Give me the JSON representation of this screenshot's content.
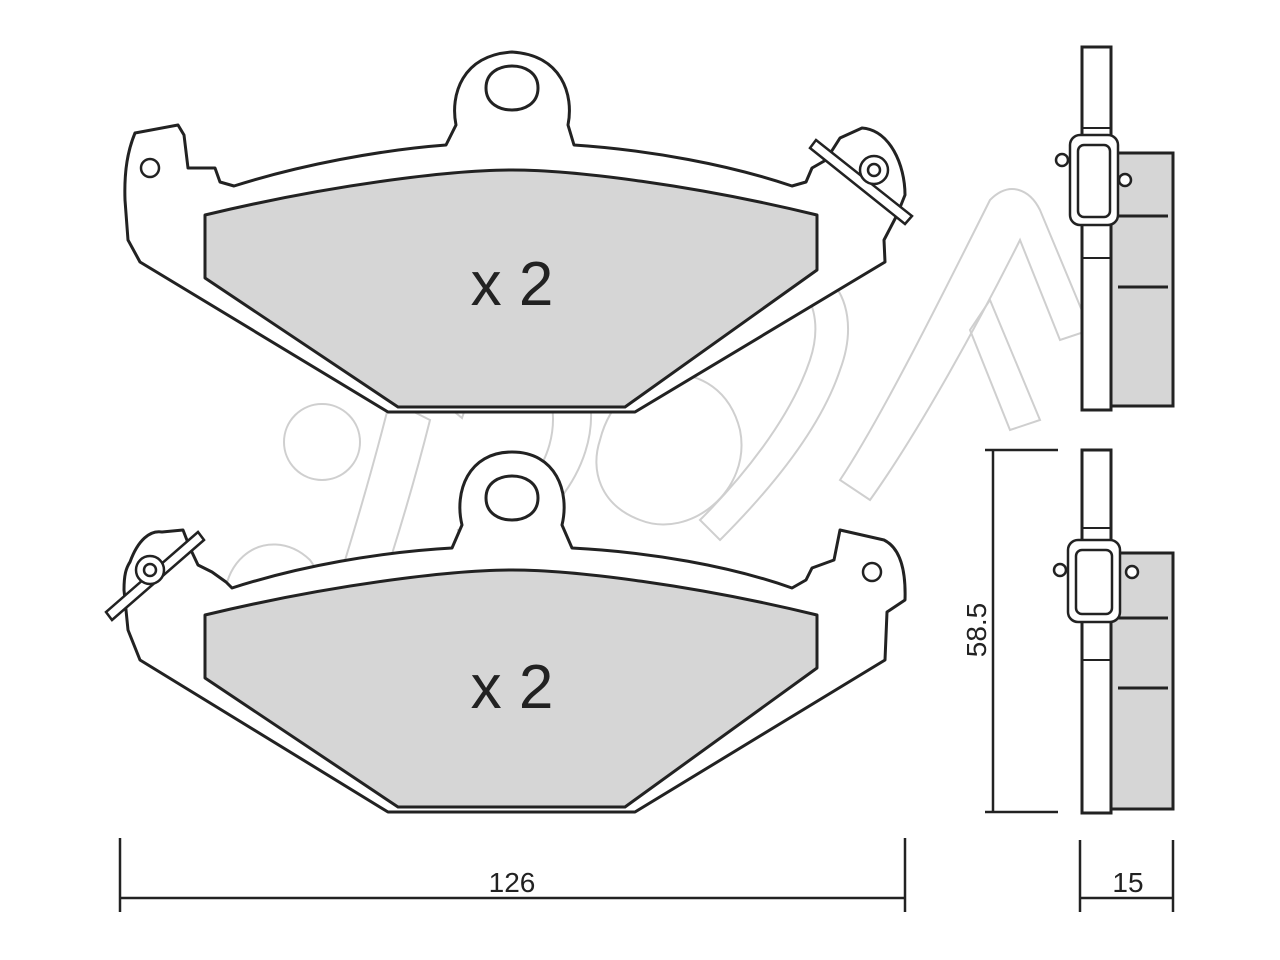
{
  "quantity_labels": {
    "top_pad": "x 2",
    "bottom_pad": "x 2"
  },
  "dimensions": {
    "width_label": "126",
    "height_label": "58.5",
    "thickness_label": "15"
  },
  "watermark": {
    "text": "cifam"
  },
  "colors": {
    "line": "#222222",
    "friction_fill": "#d6d6d6",
    "background": "#ffffff",
    "watermark": "#cfcfcf"
  }
}
